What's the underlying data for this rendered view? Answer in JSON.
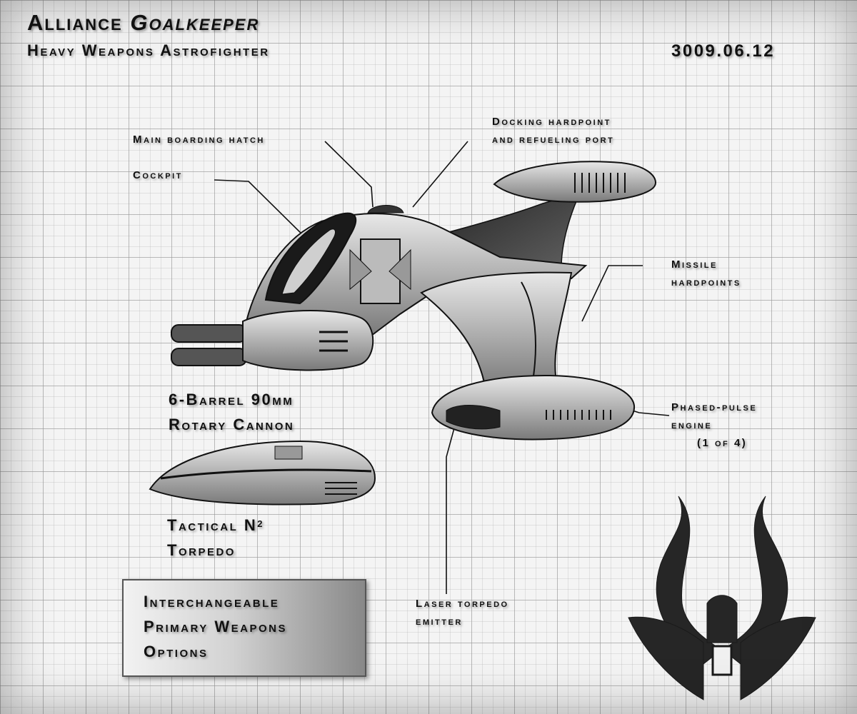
{
  "title_part1": "Alliance",
  "title_part2": "Goalkeeper",
  "subtitle": "Heavy Weapons Astrofighter",
  "date": "3009.06.12",
  "callouts": {
    "main_hatch": "Main boarding hatch",
    "cockpit": "Cockpit",
    "docking_line1": "Docking hardpoint",
    "docking_line2": "and refueling port",
    "missile_line1": "Missile",
    "missile_line2": "hardpoints",
    "engine_line1": "Phased-pulse",
    "engine_line2": "engine",
    "engine_line3": "(1 of 4)",
    "laser_line1": "Laser torpedo",
    "laser_line2": "emitter"
  },
  "weapons": {
    "cannon_line1": "6-Barrel 90mm",
    "cannon_line2": "Rotary Cannon",
    "torpedo_line1": "Tactical N",
    "torpedo_sup": "2",
    "torpedo_line2": "Torpedo"
  },
  "options_box": {
    "line1": "Interchangeable",
    "line2": "Primary Weapons",
    "line3": "Options"
  },
  "colors": {
    "ink": "#111111",
    "grid": "#969696",
    "paper": "#f4f4f4"
  },
  "icons": [
    "alliance-emblem-icon"
  ]
}
